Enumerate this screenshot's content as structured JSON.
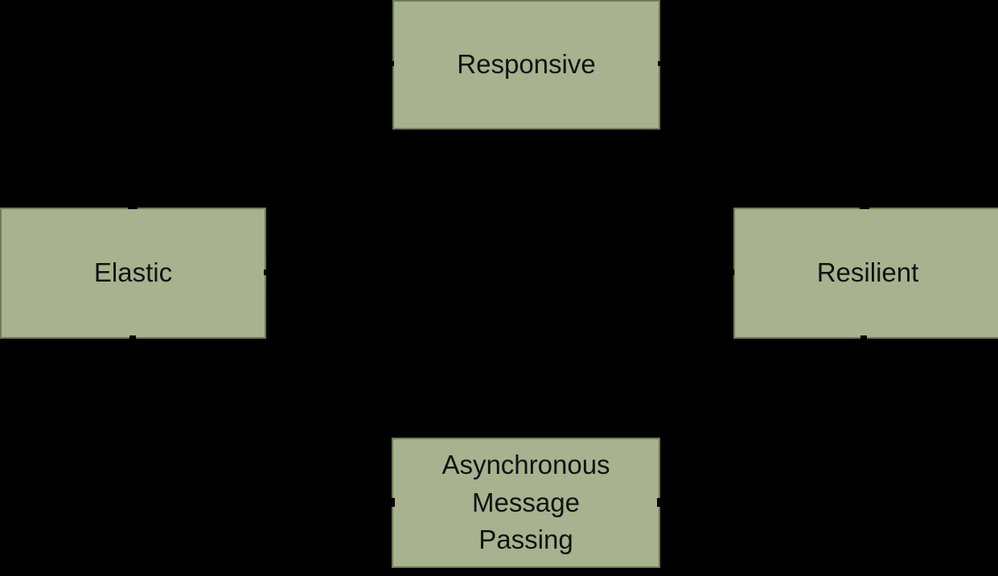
{
  "colors": {
    "background": "#000000",
    "node_fill": "#a8b28e",
    "node_border": "#6e7c56",
    "node_text": "#121212",
    "tick": "#000000"
  },
  "nodes": [
    {
      "id": "responsive",
      "label": "Responsive"
    },
    {
      "id": "elastic",
      "label": "Elastic"
    },
    {
      "id": "resilient",
      "label": "Resilient"
    },
    {
      "id": "async-message-passing",
      "label": "Asynchronous\nMessage\nPassing"
    }
  ]
}
